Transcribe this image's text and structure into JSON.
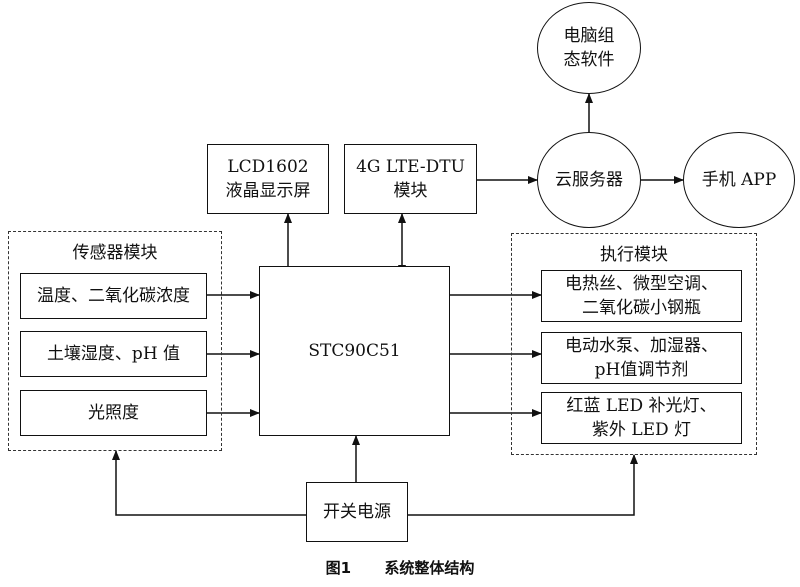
{
  "lcd": {
    "line1": "LCD1602",
    "line2": "液晶显示屏"
  },
  "dtu": {
    "line1": "4G LTE-DTU",
    "line2": "模块"
  },
  "cloud": {
    "label": "云服务器"
  },
  "pc": {
    "line1": "电脑组",
    "line2": "态软件"
  },
  "phone": {
    "label": "手机 APP"
  },
  "mcu": {
    "label": "STC90C51"
  },
  "sensor_group": {
    "title": "传感器模块",
    "items": [
      "温度、二氧化碳浓度",
      "土壤湿度、pH 值",
      "光照度"
    ]
  },
  "actuator_group": {
    "title": "执行模块",
    "items": [
      {
        "line1": "电热丝、微型空调、",
        "line2": "二氧化碳小钢瓶"
      },
      {
        "line1": "电动水泵、加湿器、",
        "line2": "pH值调节剂"
      },
      {
        "line1": "红蓝 LED 补光灯、",
        "line2": "紫外 LED 灯"
      }
    ]
  },
  "power": {
    "label": "开关电源"
  },
  "caption": {
    "number": "图1",
    "title": "系统整体结构"
  }
}
